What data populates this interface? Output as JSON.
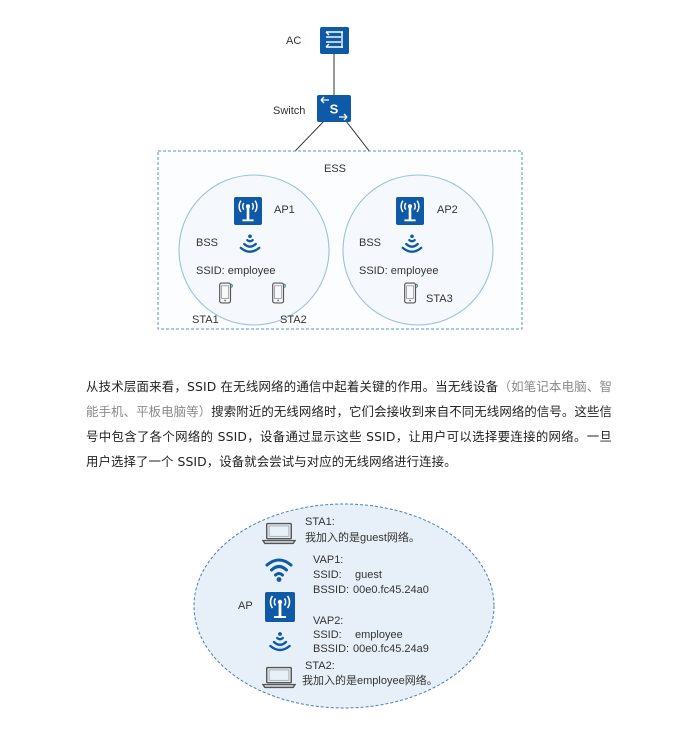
{
  "colors": {
    "device_blue": "#0f5aa7",
    "ess_border": "#5a94c8",
    "bss_border": "#9dbfdf",
    "ellipse_fill": "#e7f0f9",
    "ellipse_border": "#4a7fb5",
    "muted_text": "#888888"
  },
  "top_diagram": {
    "ac_label": "AC",
    "switch_label": "Switch",
    "ess_label": "ESS",
    "ac_icon": "ac-controller-icon",
    "switch_icon": "switch-icon",
    "bss": [
      {
        "ap_label": "AP1",
        "bss_label": "BSS",
        "ssid_text": "SSID: employee",
        "stations": [
          "STA1",
          "STA2"
        ]
      },
      {
        "ap_label": "AP2",
        "bss_label": "BSS",
        "ssid_text": "SSID: employee",
        "stations": [
          "STA3"
        ]
      }
    ]
  },
  "paragraph": {
    "part1": "从技术层面来看，SSID 在无线网络的通信中起着关键的作用。当无线设备",
    "muted": "（如笔记本电脑、智能手机、平板电脑等）",
    "part2": "搜索附近的无线网络时，它们会接收到来自不同无线网络的信号。这些信号中包含了各个网络的 SSID，设备通过显示这些 SSID，让用户可以选择要连接的网络。一旦用户选择了一个 SSID，设备就会尝试与对应的无线网络进行连接。"
  },
  "bottom_diagram": {
    "sta1_title": "STA1:",
    "sta1_text": "我加入的是guest网络。",
    "vap1_title": "VAP1:",
    "vap1_ssid_key": "SSID:",
    "vap1_ssid_value": "guest",
    "vap1_bssid_key": "BSSID:",
    "vap1_bssid_value": "00e0.fc45.24a0",
    "ap_label": "AP",
    "vap2_title": "VAP2:",
    "vap2_ssid_key": "SSID:",
    "vap2_ssid_value": "employee",
    "vap2_bssid_key": "BSSID:",
    "vap2_bssid_value": "00e0.fc45.24a9",
    "sta2_title": "STA2:",
    "sta2_text": "我加入的是employee网络。"
  }
}
